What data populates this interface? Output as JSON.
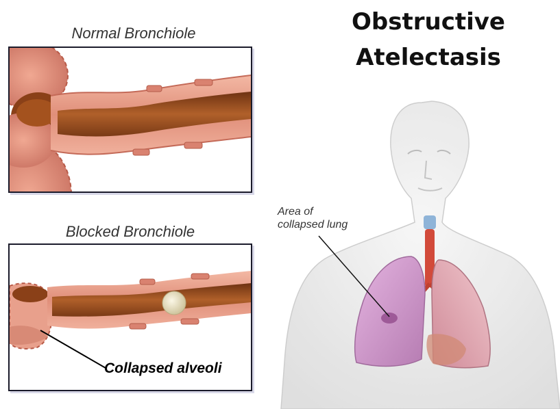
{
  "title": {
    "line1": "Obstructive",
    "line2": "Atelectasis"
  },
  "panels": {
    "normal": {
      "caption": "Normal Bronchiole"
    },
    "blocked": {
      "caption": "Blocked Bronchiole",
      "callout": "Collapsed alveoli"
    }
  },
  "figure": {
    "label_line1": "Area of",
    "label_line2": "collapsed lung"
  },
  "colors": {
    "airway_wall": "#e89a86",
    "airway_lumen": "#9a4e1e",
    "collapsed_lung": "#c892c4",
    "mucus_plug": "#ece6cc"
  }
}
